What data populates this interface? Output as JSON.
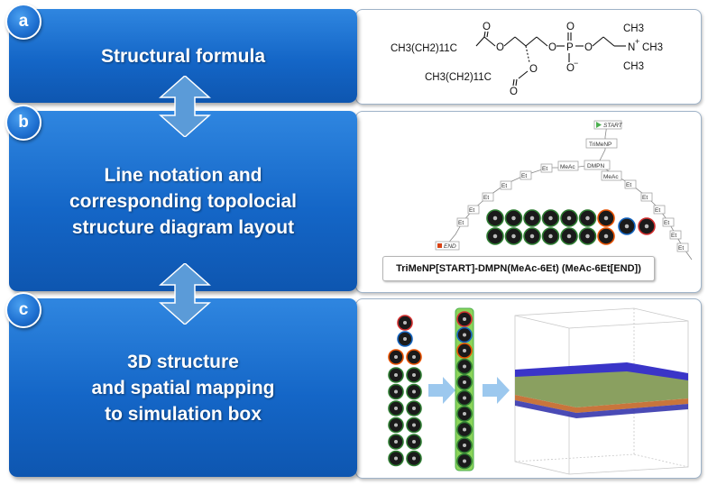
{
  "panels": [
    {
      "badge": "a",
      "label": "Structural formula"
    },
    {
      "badge": "b",
      "label": "Line notation and\ncorresponding topolocial\nstructure diagram layout"
    },
    {
      "badge": "c",
      "label": "3D structure\nand spatial mapping\nto simulation box"
    }
  ],
  "formula": {
    "chain1": "CH3(CH2)11C",
    "chain2": "CH3(CH2)11C",
    "atom_O": "O",
    "atom_P": "P",
    "atom_N": "N",
    "methyl": "CH3",
    "plus": "+",
    "minus": "−"
  },
  "topology": {
    "nodes": [
      "START",
      "TriMeNP",
      "DMPN",
      "MeAc",
      "MeAc",
      "Et",
      "Et",
      "Et",
      "Et",
      "Et",
      "Et",
      "Et",
      "Et",
      "Et",
      "Et",
      "Et",
      "Et",
      "END"
    ],
    "notation": "TriMeNP[START]-DMPN(MeAc-6Et) (MeAc-6Et[END])"
  },
  "colors": {
    "panel_blue": "#1466c7",
    "bead_dark": "#1a1a1a",
    "bead_green_ring": "#2e7d32",
    "bead_red_ring": "#d32f2f",
    "bead_blue_ring": "#1565c0",
    "bead_orange_ring": "#e65100",
    "arrow_light_blue": "#9cc8ee",
    "membrane_blue": "#3a35c8",
    "membrane_green": "#8aa060"
  }
}
